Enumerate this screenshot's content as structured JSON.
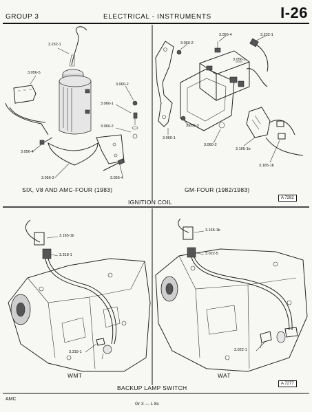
{
  "header": {
    "group": "GROUP 3",
    "title": "ELECTRICAL - INSTRUMENTS",
    "page": "I-26"
  },
  "ignition": {
    "left_caption": "SIX, V8 AND AMC-FOUR (1983)",
    "right_caption": "GM-FOUR (1982/1983)",
    "section_title": "IGNITION COIL",
    "figure_id": "A 7282",
    "left_labels": {
      "l1": "3.232-1",
      "l2": "3.056-5",
      "l3": "3.060-2",
      "l4": "3.060-1",
      "l5": "3.060-2",
      "l6": "3.056-4",
      "l7": "3.056-3",
      "l8": "3.056-4"
    },
    "right_labels": {
      "r1": "3.056-4",
      "r2": "3.232-1",
      "r3": "3.060-2",
      "r4": "3.056-1",
      "r5": "3.056-3",
      "r6": "3.060-1",
      "r7": "3.060-2",
      "r8": "3.165-1b",
      "r9": "3.165-1b"
    }
  },
  "backup": {
    "left_caption": "WMT",
    "right_caption": "WAT",
    "section_title": "BACKUP LAMP SWITCH",
    "figure_id": "A 7277",
    "left_labels": {
      "b1": "3.165-1b",
      "b2": "3.318-1",
      "b3": "3.319-1"
    },
    "right_labels": {
      "c1": "3.165-1b",
      "c2": "3.022-5",
      "c3": "3.022-1"
    }
  },
  "footer": {
    "brand": "AMC",
    "code": "Gr 3 — L 8c"
  }
}
